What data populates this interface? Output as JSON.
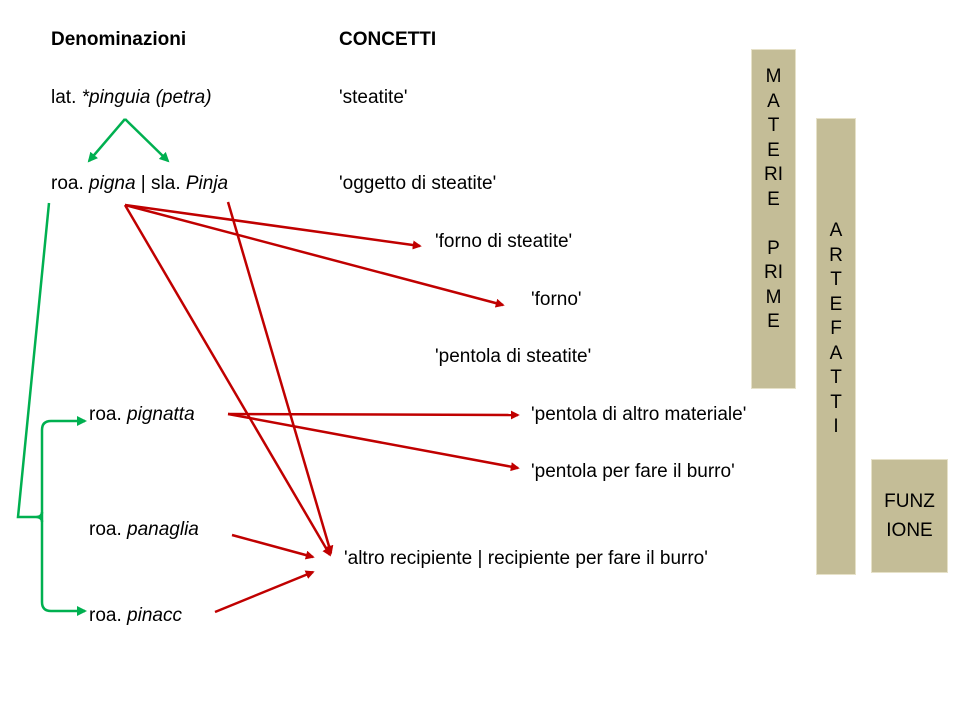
{
  "headers": {
    "denominazioni": "Denominazioni",
    "concetti": "CONCETTI"
  },
  "terms": {
    "lat_prefix": "lat. ",
    "lat_word": "*pinguia (petra)",
    "roa1_prefix": "roa. ",
    "roa1_word": "pigna",
    "roa1_sep": " | sla. ",
    "sla_word": "Pinja",
    "pignatta_prefix": "roa. ",
    "pignatta_word": "pignatta",
    "panaglia_prefix": "roa. ",
    "panaglia_word": "panaglia",
    "pinacc_prefix": "roa. ",
    "pinacc_word": "pinacc"
  },
  "concepts": {
    "steatite": "'steatite'",
    "oggetto": "'oggetto di steatite'",
    "forno_steatite": "'forno di steatite'",
    "forno": "'forno'",
    "pentola_steatite": "'pentola di steatite'",
    "pentola_altro": "'pentola di altro materiale'",
    "pentola_burro": "'pentola per fare il burro'",
    "altro_recipiente": "'altro recipiente | recipiente per fare il burro'"
  },
  "categories": {
    "materie_prime": [
      "M",
      "A",
      "T",
      "E",
      "RI",
      "E",
      "",
      "P",
      "RI",
      "M",
      "E"
    ],
    "artefatti": [
      "A",
      "R",
      "T",
      "E",
      "F",
      "A",
      "T",
      "T",
      "I"
    ],
    "funzione": [
      "FUNZ",
      "IONE"
    ]
  },
  "colors": {
    "green": "#00b050",
    "red": "#c00000",
    "box": "#c4bd97"
  }
}
